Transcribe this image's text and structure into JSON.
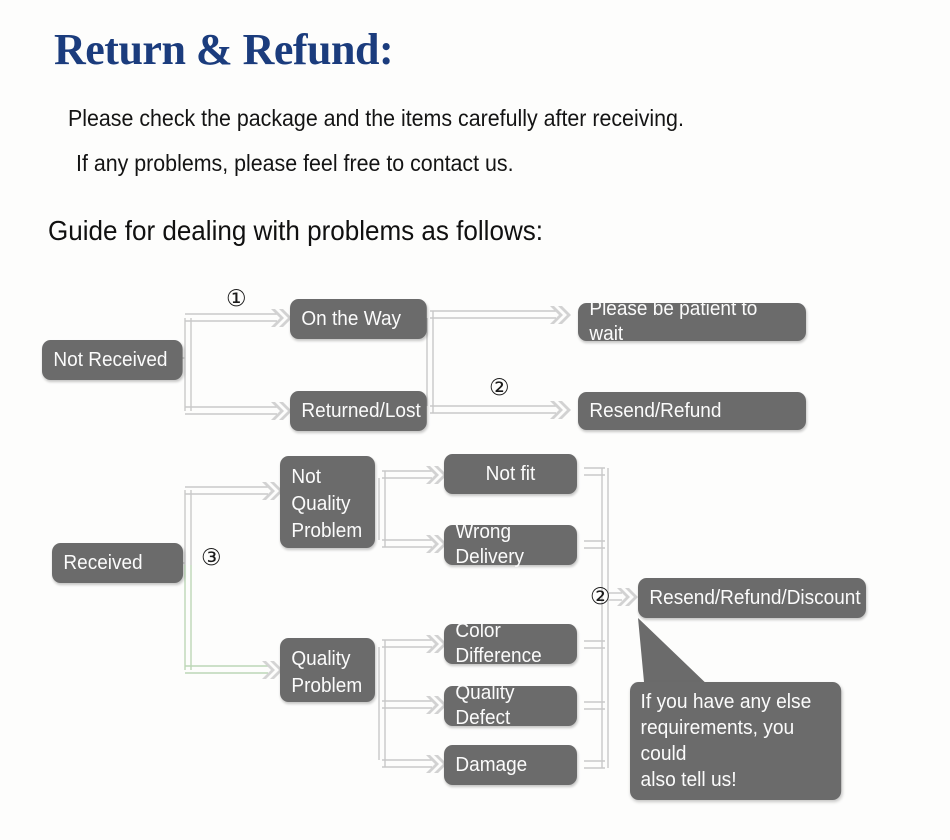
{
  "header": {
    "title": "Return & Refund:",
    "line1": "Please check the package and the items carefully after receiving.",
    "line2": "If any problems, please feel free to contact us.",
    "guide": "Guide for dealing with problems as follows:"
  },
  "colors": {
    "title": "#1b3c7d",
    "node_fill": "#6b6b6b",
    "node_text": "#fbfbfb",
    "connector": "#c9c9c9",
    "connector_green": "#bcd7b6",
    "background": "#fdfdfc"
  },
  "flow": {
    "nodes": {
      "not_received": "Not Received",
      "on_the_way": "On the Way",
      "returned_lost": "Returned/Lost",
      "please_wait": "Please be patient to wait",
      "resend_refund": "Resend/Refund",
      "received": "Received",
      "not_quality_problem": "Not\nQuality\nProblem",
      "quality_problem": "Quality\nProblem",
      "not_fit": "Not fit",
      "wrong_delivery": "Wrong Delivery",
      "color_difference": "Color Difference",
      "quality_defect": "Quality Defect",
      "damage": "Damage",
      "resend_refund_discount": "Resend/Refund/Discount"
    },
    "bubble": "If you have any else\nrequirements, you could\nalso tell us!",
    "markers": {
      "m1": "①",
      "m2": "②",
      "m3": "③",
      "m4": "②"
    }
  }
}
